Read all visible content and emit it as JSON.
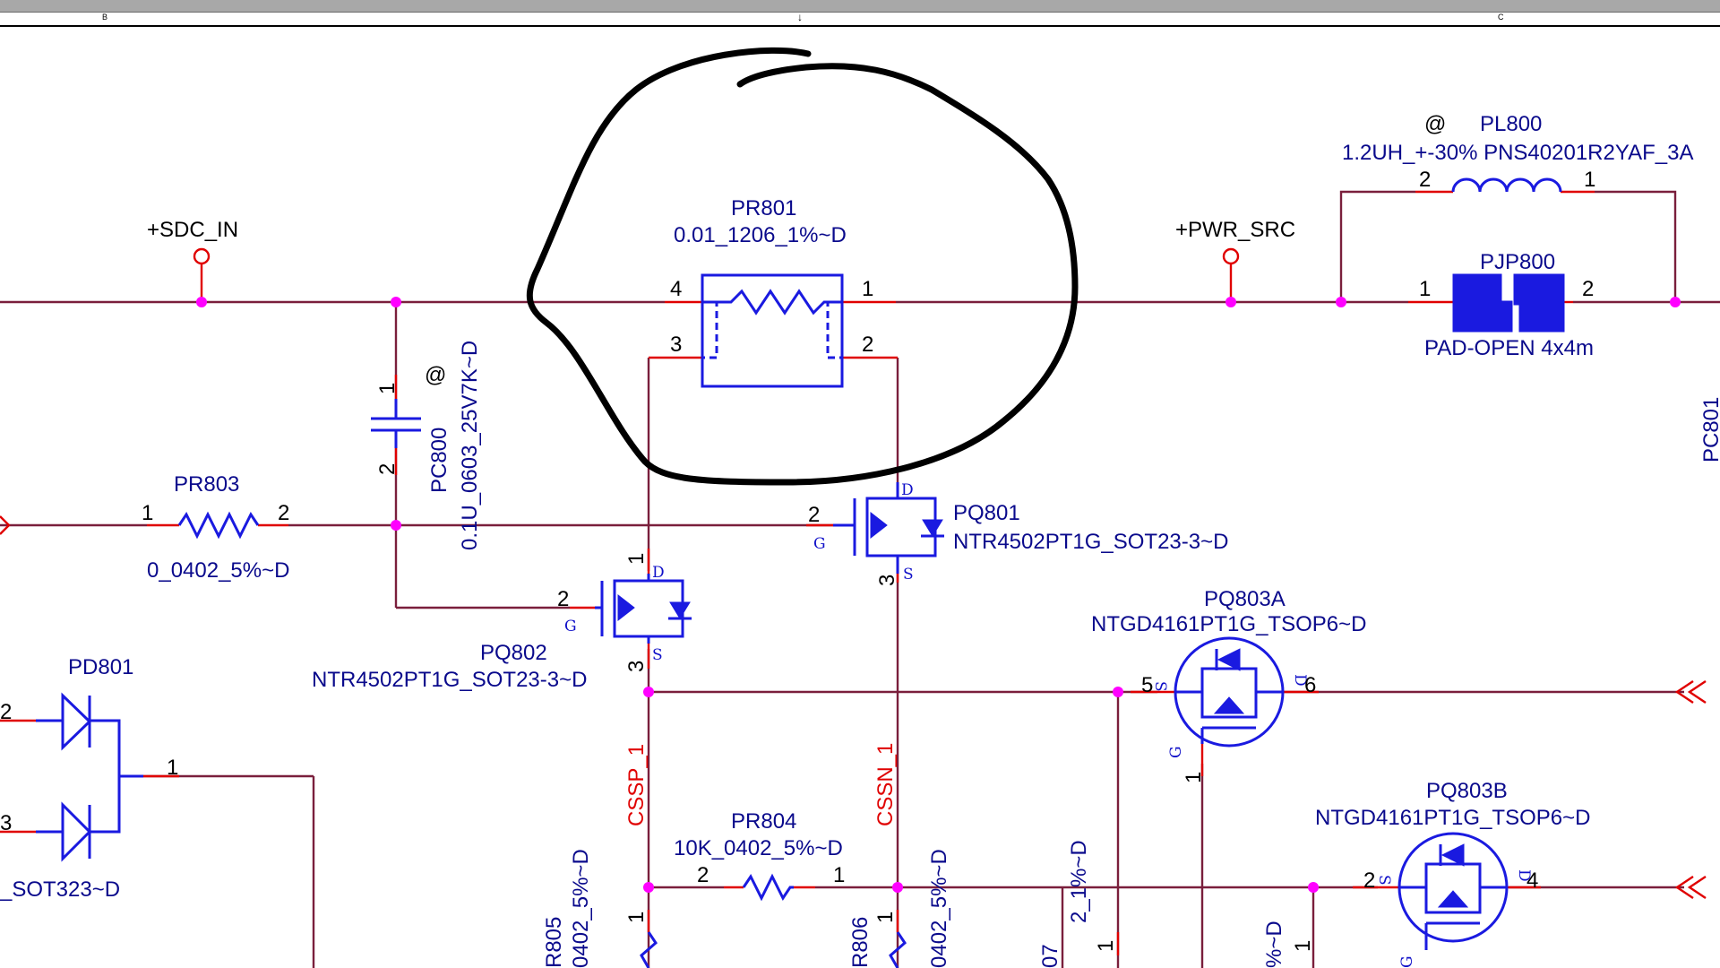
{
  "ruler": {
    "zone_left": "B",
    "zone_right": "C"
  },
  "nets": {
    "sdc_in": "+SDC_IN",
    "pwr_src": "+PWR_SRC",
    "cssp": "CSSP_1",
    "cssn": "CSSN_1"
  },
  "PR801": {
    "ref": "PR801",
    "value": "0.01_1206_1%~D",
    "pin4": "4",
    "pin1": "1",
    "pin3": "3",
    "pin2": "2"
  },
  "PL800": {
    "at": "@",
    "ref": "PL800",
    "value": "1.2UH_+-30% PNS40201R2YAF_3A",
    "pin2": "2",
    "pin1": "1"
  },
  "PJP800": {
    "ref": "PJP800",
    "value": "PAD-OPEN 4x4m",
    "pin1": "1",
    "pin2": "2"
  },
  "PC800": {
    "at": "@",
    "ref": "PC800",
    "value": "0.1U_0603_25V7K~D",
    "pin1": "1",
    "pin2": "2"
  },
  "PR803": {
    "ref": "PR803",
    "value": "0_0402_5%~D",
    "pin1": "1",
    "pin2": "2"
  },
  "PQ801": {
    "ref": "PQ801",
    "value": "NTR4502PT1G_SOT23-3~D",
    "pin2": "2",
    "pin3": "3",
    "g": "G",
    "d": "D",
    "s": "S"
  },
  "PQ802": {
    "ref": "PQ802",
    "value": "NTR4502PT1G_SOT23-3~D",
    "pin1": "1",
    "pin2": "2",
    "pin3": "3",
    "g": "G",
    "d": "D",
    "s": "S"
  },
  "PQ803A": {
    "ref": "PQ803A",
    "value": "NTGD4161PT1G_TSOP6~D",
    "pin5": "5",
    "pin6": "6",
    "pin1": "1",
    "s": "S",
    "d": "D",
    "g": "G"
  },
  "PQ803B": {
    "ref": "PQ803B",
    "value": "NTGD4161PT1G_TSOP6~D",
    "pin2": "2",
    "pin4": "4",
    "s": "S",
    "d": "D",
    "g": "G"
  },
  "PR804": {
    "ref": "PR804",
    "value": "10K_0402_5%~D",
    "pin2": "2",
    "pin1": "1"
  },
  "PD801": {
    "ref": "PD801",
    "value": "_SOT323~D",
    "pin2": "2",
    "pin3": "3",
    "pin1": "1"
  },
  "partial": {
    "pr805_ref": "R805",
    "pr805_value": "0402_5%~D",
    "pr805_pin": "1",
    "pr806_ref": "R806",
    "pr806_value": "0402_5%~D",
    "pr806_pin": "1",
    "pr807_ref": "07",
    "pr807_value": "2_1%~D",
    "pr807_pin": "1",
    "pr808_value": "%~D",
    "pr808_pin": "1",
    "pc801_ref": "PC801"
  },
  "colors": {
    "wire": "#7a1f3c",
    "component": "#1a1ae0",
    "junction": "#ff00ff",
    "signal": "#e00000",
    "annotation": "#000000"
  }
}
